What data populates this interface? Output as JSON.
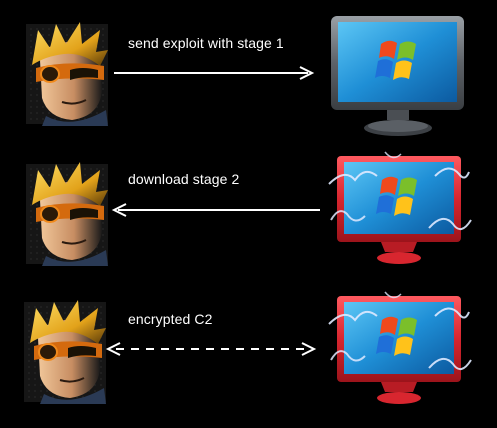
{
  "rows": [
    {
      "label": "send exploit with stage 1",
      "direction": "attacker-to-target",
      "line_style": "solid",
      "target_state": "clean"
    },
    {
      "label": "download stage 2",
      "direction": "target-to-attacker",
      "line_style": "solid",
      "target_state": "infected"
    },
    {
      "label": "encrypted C2",
      "direction": "bidirectional",
      "line_style": "dashed",
      "target_state": "infected"
    }
  ],
  "icons": {
    "attacker": "hacker-avatar-icon",
    "target": "windows-monitor-icon"
  },
  "colors": {
    "background": "#000000",
    "text": "#ffffff",
    "arrow": "#ffffff",
    "clean_monitor_frame": "#555a60",
    "infected_monitor_frame": "#d8262f",
    "screen": "#1f8fd6",
    "lightning": "#dfe9ff"
  }
}
